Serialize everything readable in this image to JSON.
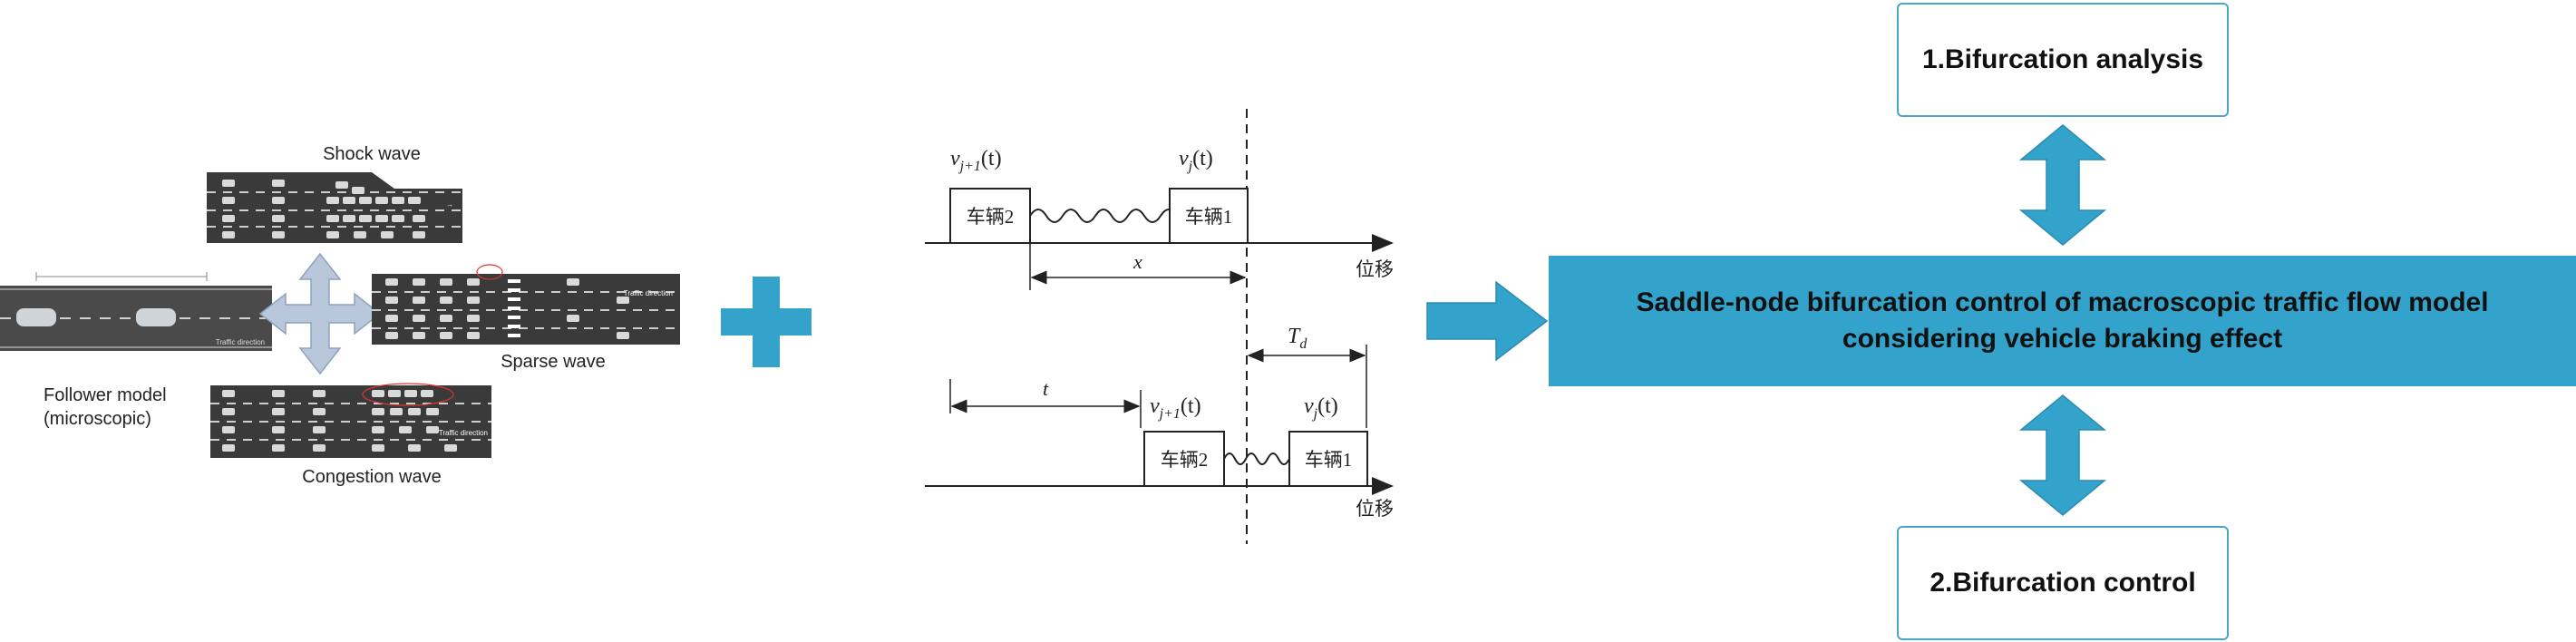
{
  "left": {
    "shock_wave": "Shock wave",
    "sparse_wave": "Sparse wave",
    "congestion_wave": "Congestion wave",
    "follower_model_line1": "Follower model",
    "follower_model_line2": "(microscopic)",
    "traffic_direction": "Traffic direction"
  },
  "middle": {
    "v_j1_top": "v",
    "v_j1_top_sub": "j+1",
    "v_j_top": "v",
    "v_j_top_sub": "j",
    "arg_t": "(t)",
    "car2": "车辆2",
    "car1": "车辆1",
    "x_label": "x",
    "t_label": "t",
    "td_label": "T",
    "td_sub": "d",
    "axis_label": "位移"
  },
  "right": {
    "box1": "1.Bifurcation analysis",
    "box2": "2.Bifurcation control",
    "main_line1": "Saddle-node bifurcation control of macroscopic traffic flow model",
    "main_line2": "considering vehicle braking effect"
  },
  "colors": {
    "accent": "#33a3cc",
    "box_border": "#4aa6c9",
    "road": "#3a3a3a",
    "cross_arrow": "#b8c7da"
  }
}
